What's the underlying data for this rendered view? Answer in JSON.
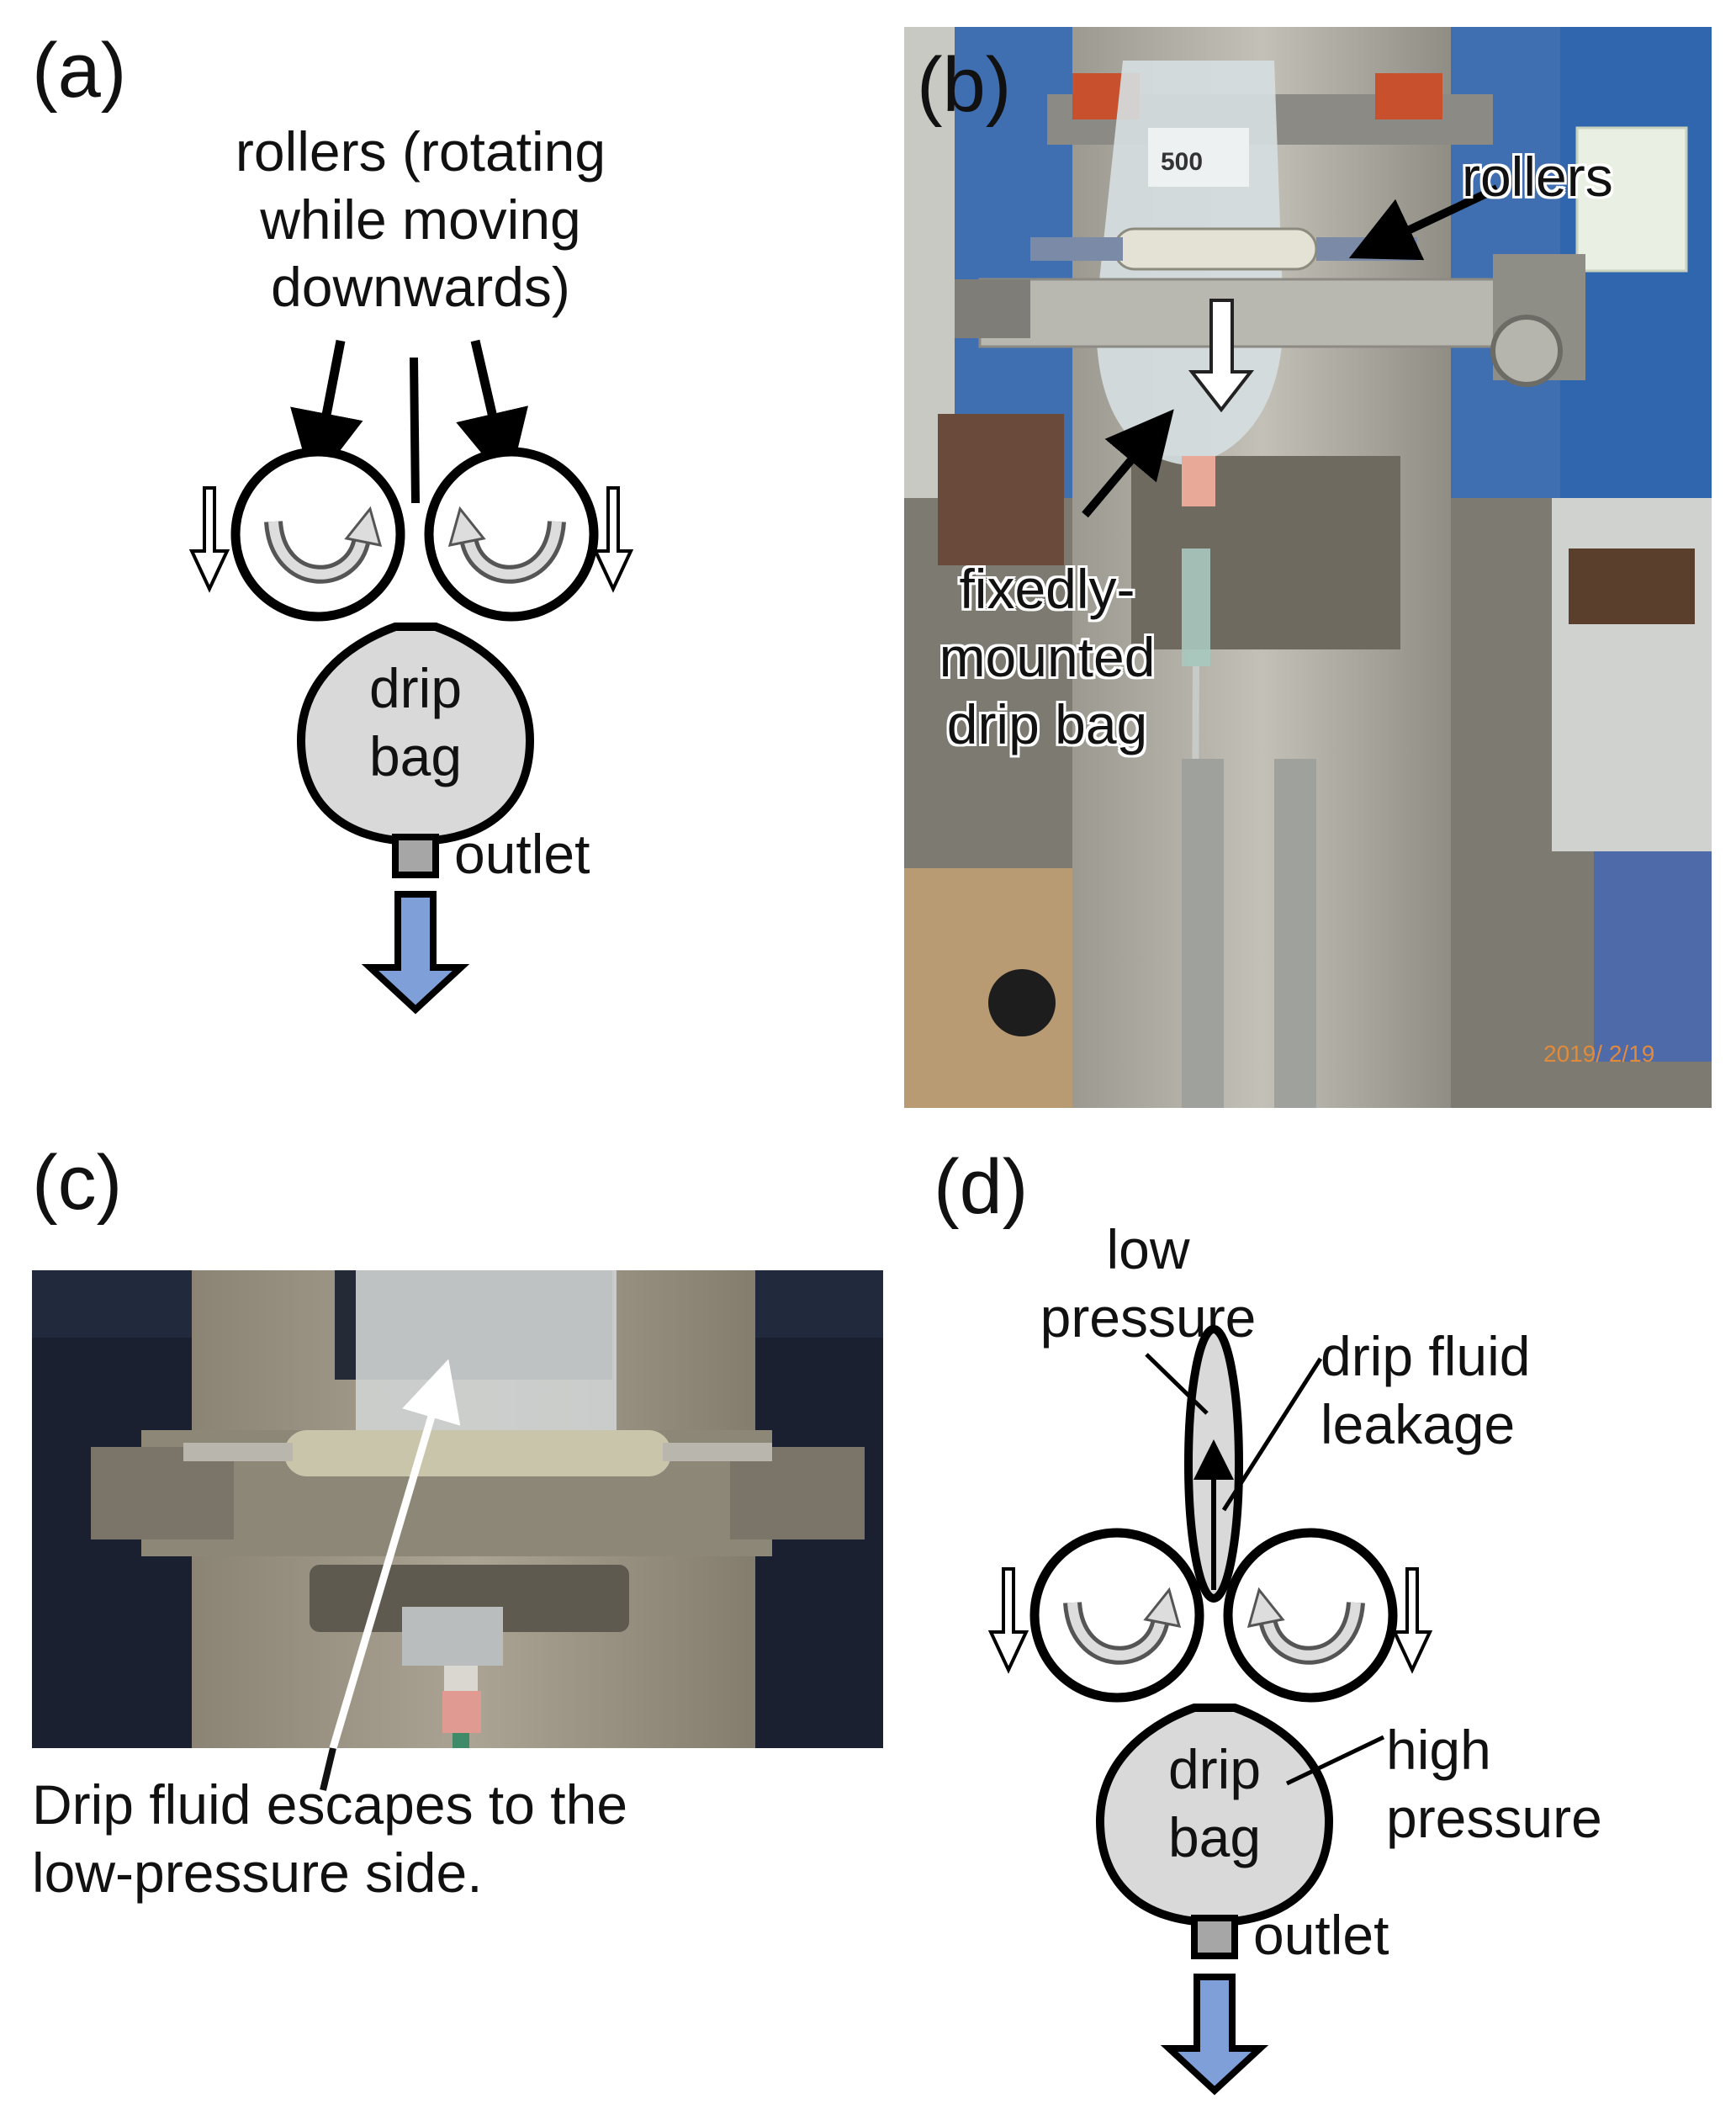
{
  "panels": {
    "a": {
      "label": "(a)",
      "rollers_caption": [
        "rollers (rotating",
        "while moving",
        "downwards)"
      ],
      "bag_text": [
        "drip",
        "bag"
      ],
      "outlet": "outlet"
    },
    "b": {
      "label": "(b)",
      "rollers": "rollers",
      "bag_caption": [
        "fixedly-",
        "mounted",
        "drip bag"
      ],
      "photo_bag_text": "500",
      "photo_date_stamp": "2019/ 2/19"
    },
    "c": {
      "label": "(c)",
      "caption": [
        "Drip fluid escapes to the",
        "low-pressure side."
      ]
    },
    "d": {
      "label": "(d)",
      "low_pressure": [
        "low",
        "pressure"
      ],
      "leakage": [
        "drip fluid",
        "leakage"
      ],
      "high_pressure": [
        "high",
        "pressure"
      ],
      "bag_text": [
        "drip",
        "bag"
      ],
      "outlet": "outlet"
    }
  },
  "colors": {
    "bag_fill": "#d9d9d9",
    "outlet_fill": "#a6a6a6",
    "flow_arrow": "#7f9fd8",
    "roller_end_red": "#c8502c"
  }
}
